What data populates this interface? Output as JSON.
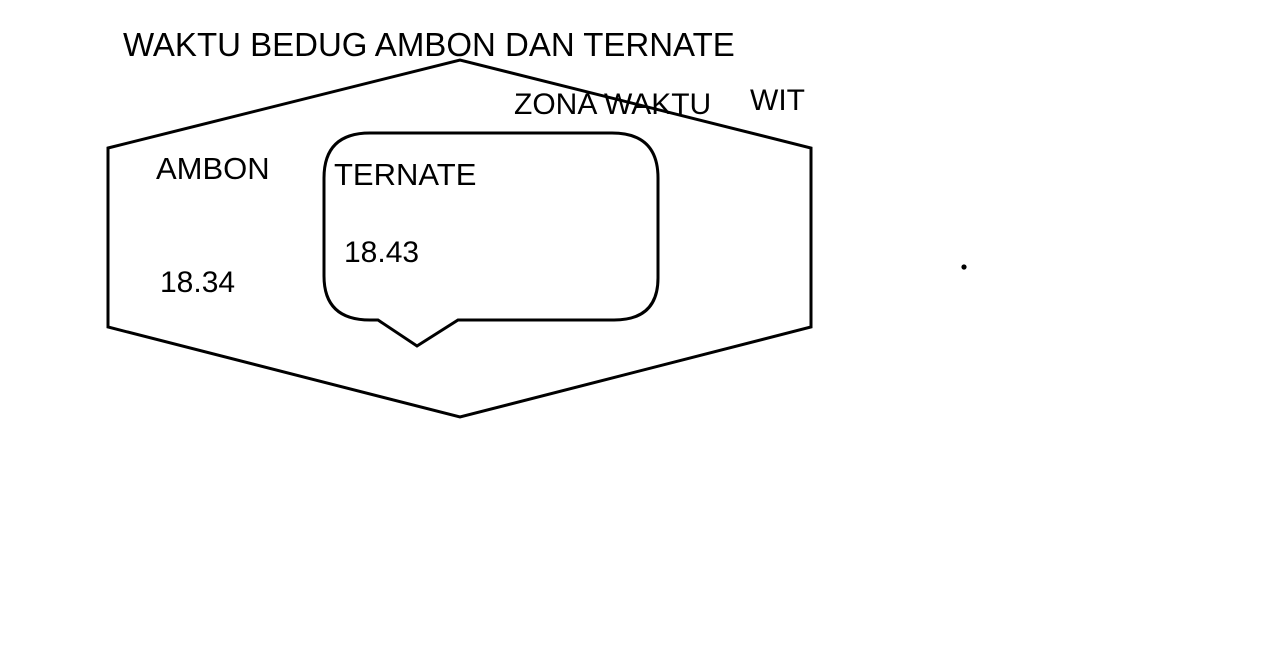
{
  "title": "WAKTU BEDUG AMBON DAN TERNATE",
  "zone": {
    "label": "ZONA WAKTU",
    "name": "WIT"
  },
  "regions": [
    {
      "name": "AMBON",
      "time": "18.34"
    },
    {
      "name": "TERNATE",
      "time": "18.43"
    }
  ],
  "colors": {
    "stroke": "#000000",
    "background": "#ffffff"
  }
}
